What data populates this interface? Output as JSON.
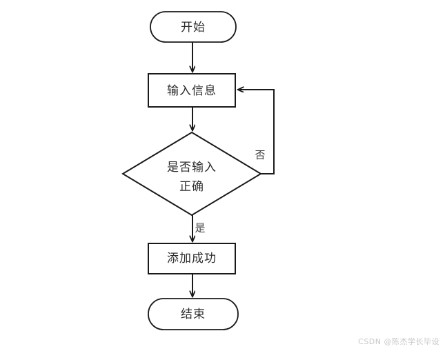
{
  "diagram": {
    "title": "",
    "background_color": "#ffffff",
    "line_color": "#1a1a1a",
    "text_color": "#2b2b2b",
    "nodes": [
      {
        "id": "start",
        "shape": "terminator",
        "label": "开始"
      },
      {
        "id": "input",
        "shape": "process",
        "label": "输入信息"
      },
      {
        "id": "decision",
        "shape": "decision",
        "label_line1": "是否输入",
        "label_line2": "正确"
      },
      {
        "id": "success",
        "shape": "process",
        "label": "添加成功"
      },
      {
        "id": "end",
        "shape": "terminator",
        "label": "结束"
      }
    ],
    "edges": [
      {
        "from": "start",
        "to": "input",
        "label": ""
      },
      {
        "from": "input",
        "to": "decision",
        "label": ""
      },
      {
        "from": "decision",
        "to": "success",
        "label": "是"
      },
      {
        "from": "decision",
        "to": "input",
        "label": "否"
      },
      {
        "from": "success",
        "to": "end",
        "label": ""
      }
    ]
  },
  "watermark": {
    "text": "CSDN @陈杰学长毕设"
  }
}
